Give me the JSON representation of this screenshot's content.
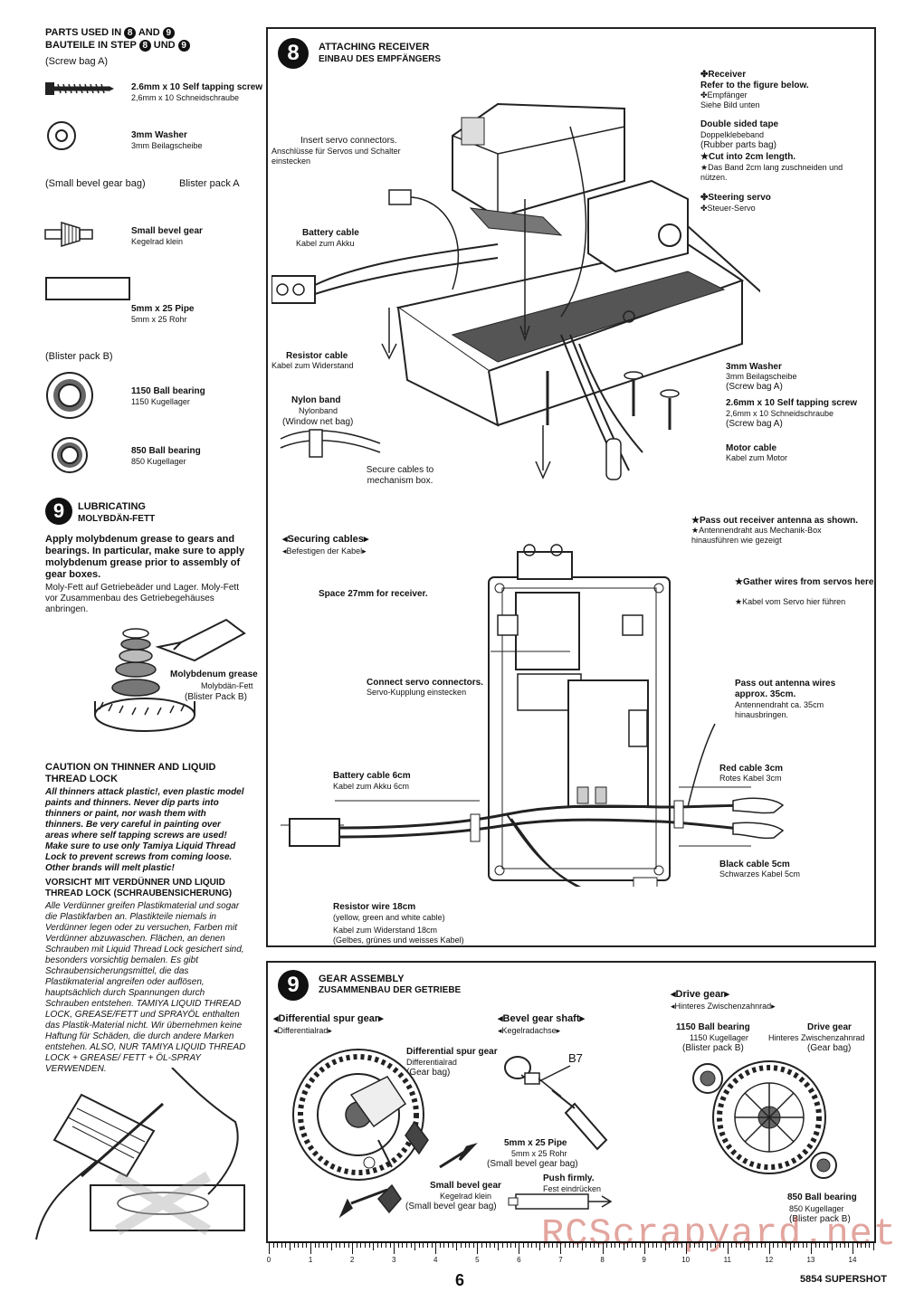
{
  "left": {
    "parts_title": "PARTS USED IN",
    "parts_title2": "BAUTEILE IN STEP",
    "and": "AND",
    "und": "UND",
    "step8": "8",
    "step9": "9",
    "screw_bag": "(Screw bag A)",
    "parts": [
      {
        "en": "2.6mm x 10 Self tapping screw",
        "de": "2,6mm x 10 Schneidschraube"
      },
      {
        "en": "3mm Washer",
        "de": "3mm Beilagscheibe"
      },
      {
        "en": "Small bevel gear",
        "de": "Kegelrad klein"
      },
      {
        "en": "5mm x 25 Pipe",
        "de": "5mm x 25 Rohr"
      },
      {
        "en": "1150 Ball bearing",
        "de": "1150 Kugellager"
      },
      {
        "en": "850 Ball bearing",
        "de": "850 Kugellager"
      }
    ],
    "small_bevel_bag": "(Small bevel gear bag)",
    "blister_a": "Blister pack A",
    "blister_b": "(Blister pack B)",
    "lub_title": "LUBRICATING",
    "lub_title_de": "MOLYBDÄN-FETT",
    "lub_text_en": "Apply molybdenum grease to gears and bearings. In particular, make sure to apply molybdenum grease prior to assembly of gear boxes.",
    "lub_text_de": "Moly-Fett auf Getriebeäder und Lager. Moly-Fett vor Zusammenbau des Getriebegehäuses anbringen.",
    "moly_label": "Molybdenum grease",
    "moly_de": "Molybdän-Fett",
    "moly_bag": "(Blister Pack B)",
    "caution_title": "CAUTION ON THINNER AND LIQUID THREAD LOCK",
    "caution_text": "All thinners attack plastic!, even plastic model paints and thinners. Never dip parts into thinners or paint, nor wash them with thinners. Be very careful in painting over areas where self tapping screws are used! Make sure to use only Tamiya Liquid Thread Lock to prevent screws from coming loose. Other brands will melt plastic!",
    "vorsicht_title": "VORSICHT MIT VERDÜNNER UND LIQUID THREAD LOCK (SCHRAUBENSICHERUNG)",
    "vorsicht_text": "Alle Verdünner greifen Plastikmaterial und sogar die Plastikfarben an. Plastikteile niemals in Verdünner legen oder zu versuchen, Farben mit Verdünner abzuwaschen. Flächen, an denen Schrauben mit Liquid Thread Lock gesichert sind, besonders vorsichtig bemalen. Es gibt Schraubensicherungsmittel, die das Plastikmaterial angreifen oder auflösen, hauptsächlich durch Spannungen durch Schrauben entstehen. TAMIYA LIQUID THREAD LOCK, GREASE/FETT und SPRAYÖL enthalten das Plastik-Material nicht. Wir übernehmen keine Haftung für Schäden, die durch andere Marken entstehen. ALSO, NUR TAMIYA LIQUID THREAD LOCK + GREASE/ FETT + ÖL-SPRAY VERWENDEN."
  },
  "step8": {
    "num": "8",
    "title": "ATTACHING RECEIVER",
    "title_de": "EINBAU DES EMPFÄNGERS",
    "labels": {
      "receiver": "Receiver",
      "refer": "Refer to the figure below.",
      "receiver_de": "Empfänger",
      "refer_de": "Siehe Bild unten",
      "tape": "Double sided tape",
      "tape_de": "Doppelklebeband",
      "tape_bag": "(Rubber parts bag)",
      "cut": "Cut into 2cm length.",
      "cut_de": "Das Band 2cm lang zuschneiden und nützen.",
      "steering": "Steering servo",
      "steering_de": "Steuer-Servo",
      "insert": "Insert servo connectors.",
      "insert_de": "Anschlüsse für Servos und Schalter einstecken",
      "battery": "Battery cable",
      "battery_de": "Kabel zum Akku",
      "resistor": "Resistor cable",
      "resistor_de": "Kabel zum Widerstand",
      "nylon": "Nylon band",
      "nylon_de": "Nylonband",
      "nylon_bag": "(Window net bag)",
      "washer": "3mm Washer",
      "washer_de": "3mm Beilagscheibe",
      "washer_bag": "(Screw bag A)",
      "screw": "2.6mm x 10 Self tapping screw",
      "screw_de": "2,6mm x 10 Schneidschraube",
      "screw_bag": "(Screw bag A)",
      "motor": "Motor cable",
      "motor_de": "Kabel zum Motor",
      "secure": "Secure cables to mechanism box.",
      "passout": "Pass out receiver antenna as shown.",
      "passout_de": "Antennendraht aus Mechanik-Box hinausführen wie gezeigt",
      "securing": "Securing cables",
      "securing_de": "Befestigen der Kabel",
      "space": "Space 27mm for receiver.",
      "gather": "Gather wires from servos here.",
      "gather_de": "Kabel vom Servo hier führen",
      "connect": "Connect servo connectors.",
      "connect_de": "Servo-Kupplung einstecken",
      "antenna": "Pass out antenna wires approx. 35cm.",
      "antenna_de": "Antennendraht ca. 35cm hinausbringen.",
      "battery6": "Battery cable 6cm",
      "battery6_de": "Kabel zum Akku 6cm",
      "red": "Red cable 3cm",
      "red_de": "Rotes Kabel 3cm",
      "black": "Black cable 5cm",
      "black_de": "Schwarzes Kabel 5cm",
      "resistor18": "Resistor wire 18cm",
      "resistor18_colors": "(yellow, green and white cable)",
      "resistor18_de": "Kabel zum Widerstand 18cm",
      "resistor18_de2": "(Gelbes, grünes und weisses Kabel)"
    }
  },
  "step9": {
    "num": "9",
    "title": "GEAR ASSEMBLY",
    "title_de": "ZUSAMMENBAU DER GETRIEBE",
    "labels": {
      "diff": "Differential spur gear",
      "diff_de": "Differentialrad",
      "diff2": "Differential spur gear",
      "diff2_de": "Differentialrad",
      "gearbag": "(Gear bag)",
      "bevel_shaft": "Bevel gear shaft",
      "bevel_shaft_de": "Kegelradachse",
      "b7": "B7",
      "pipe": "5mm x 25 Pipe",
      "pipe_de": "5mm x 25 Rohr",
      "pipe_bag": "(Small bevel gear bag)",
      "small_bevel": "Small bevel gear",
      "small_bevel_de": "Kegelrad klein",
      "small_bevel_bag": "(Small bevel gear bag)",
      "push": "Push firmly.",
      "push_de": "Fest eindrücken",
      "drive": "Drive gear",
      "drive_de": "Hinteres Zwischenzahnrad",
      "bb1150": "1150 Ball bearing",
      "bb1150_de": "1150 Kugellager",
      "bb1150_bag": "(Blister pack B)",
      "drive2": "Drive gear",
      "drive2_de": "Hinteres Zwischenzahnrad",
      "drive2_bag": "(Gear bag)",
      "bb850": "850 Ball bearing",
      "bb850_de": "850 Kugellager",
      "bb850_bag": "(Blister pack B)"
    }
  },
  "ruler": {
    "numbers": [
      "0",
      "1",
      "2",
      "3",
      "4",
      "5",
      "6",
      "7",
      "8",
      "9",
      "10",
      "11",
      "12",
      "13",
      "14"
    ]
  },
  "footer": {
    "page": "6",
    "model": "5854 SUPERSHOT",
    "watermark": "RCScrapyard.net"
  }
}
